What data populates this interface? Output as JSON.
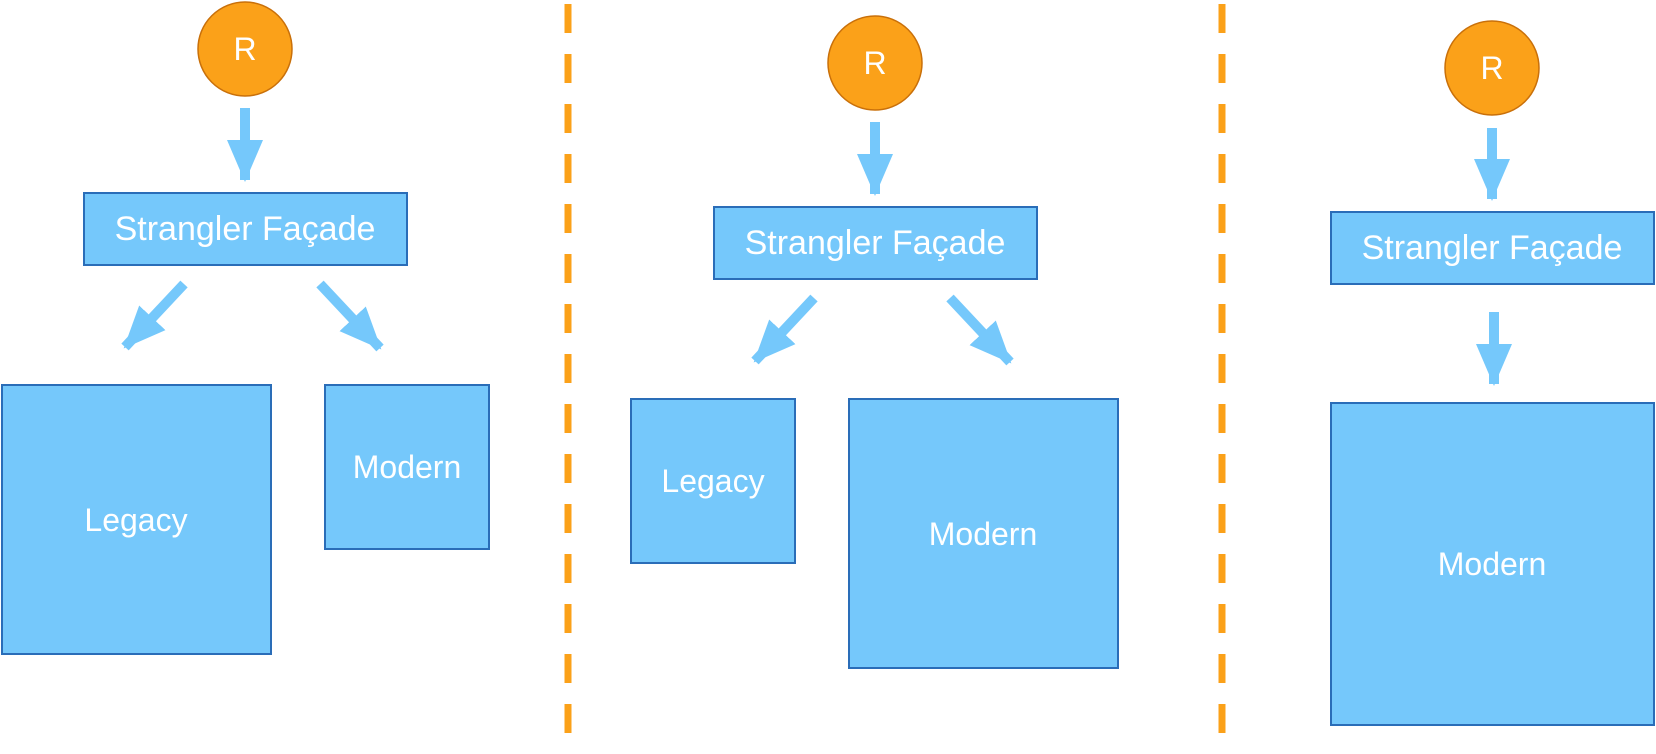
{
  "colors": {
    "box_fill": "#75c8fb",
    "box_stroke": "#2a6db8",
    "circle_fill": "#fba119",
    "circle_stroke": "#c9700a",
    "arrow": "#75c8fb",
    "divider": "#fba119",
    "text": "#ffffff"
  },
  "stages": [
    {
      "requester": "R",
      "facade": "Strangler Façade",
      "legacy": "Legacy",
      "modern": "Modern"
    },
    {
      "requester": "R",
      "facade": "Strangler Façade",
      "legacy": "Legacy",
      "modern": "Modern"
    },
    {
      "requester": "R",
      "facade": "Strangler Façade",
      "modern": "Modern"
    }
  ]
}
